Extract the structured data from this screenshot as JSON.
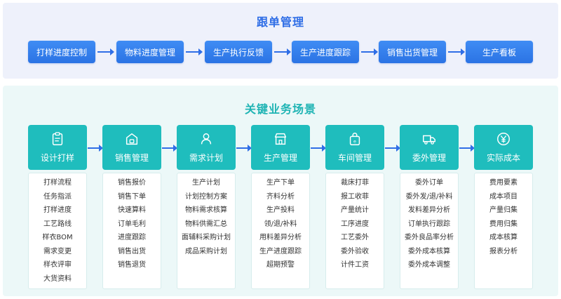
{
  "top": {
    "title": "跟单管理",
    "steps": [
      "打样进度控制",
      "物料进度管理",
      "生产执行反馈",
      "生产进度跟踪",
      "销售出货管理",
      "生产看板"
    ]
  },
  "bottom": {
    "title": "关键业务场景",
    "columns": [
      {
        "title": "设计打样",
        "icon": "clipboard-icon",
        "items": [
          "打样流程",
          "任务指派",
          "打样进度",
          "工艺路线",
          "样衣BOM",
          "需求变更",
          "样衣评审",
          "大货资料"
        ]
      },
      {
        "title": "销售管理",
        "icon": "store-icon",
        "items": [
          "销售报价",
          "销售下单",
          "快速算料",
          "订单毛利",
          "进度跟踪",
          "销售出货",
          "销售退货"
        ]
      },
      {
        "title": "需求计划",
        "icon": "user-icon",
        "items": [
          "生产计划",
          "计划控制方案",
          "物料需求核算",
          "物料供需汇总",
          "面辅料采购计划",
          "成品采购计划"
        ]
      },
      {
        "title": "生产管理",
        "icon": "shop-icon",
        "items": [
          "生产下单",
          "齐料分析",
          "生产投料",
          "领/退/补料",
          "用料差异分析",
          "生产进度跟踪",
          "超期预警"
        ]
      },
      {
        "title": "车间管理",
        "icon": "bag-icon",
        "items": [
          "裁床打菲",
          "报工收菲",
          "产量统计",
          "工序进度",
          "工艺委外",
          "委外验收",
          "计件工资"
        ]
      },
      {
        "title": "委外管理",
        "icon": "truck-icon",
        "items": [
          "委外订单",
          "委外发/退/补料",
          "发料差异分析",
          "订单执行跟踪",
          "委外良品率分析",
          "委外成本核算",
          "委外成本调整"
        ]
      },
      {
        "title": "实际成本",
        "icon": "yen-icon",
        "items": [
          "费用要素",
          "成本项目",
          "产量归集",
          "费用归集",
          "成本核算",
          "报表分析"
        ]
      }
    ]
  },
  "colors": {
    "flow_blue": "#2f6ee6",
    "teal": "#1fbdbd",
    "top_bg": "#eef1fb",
    "bottom_bg": "#ecf8f8"
  }
}
